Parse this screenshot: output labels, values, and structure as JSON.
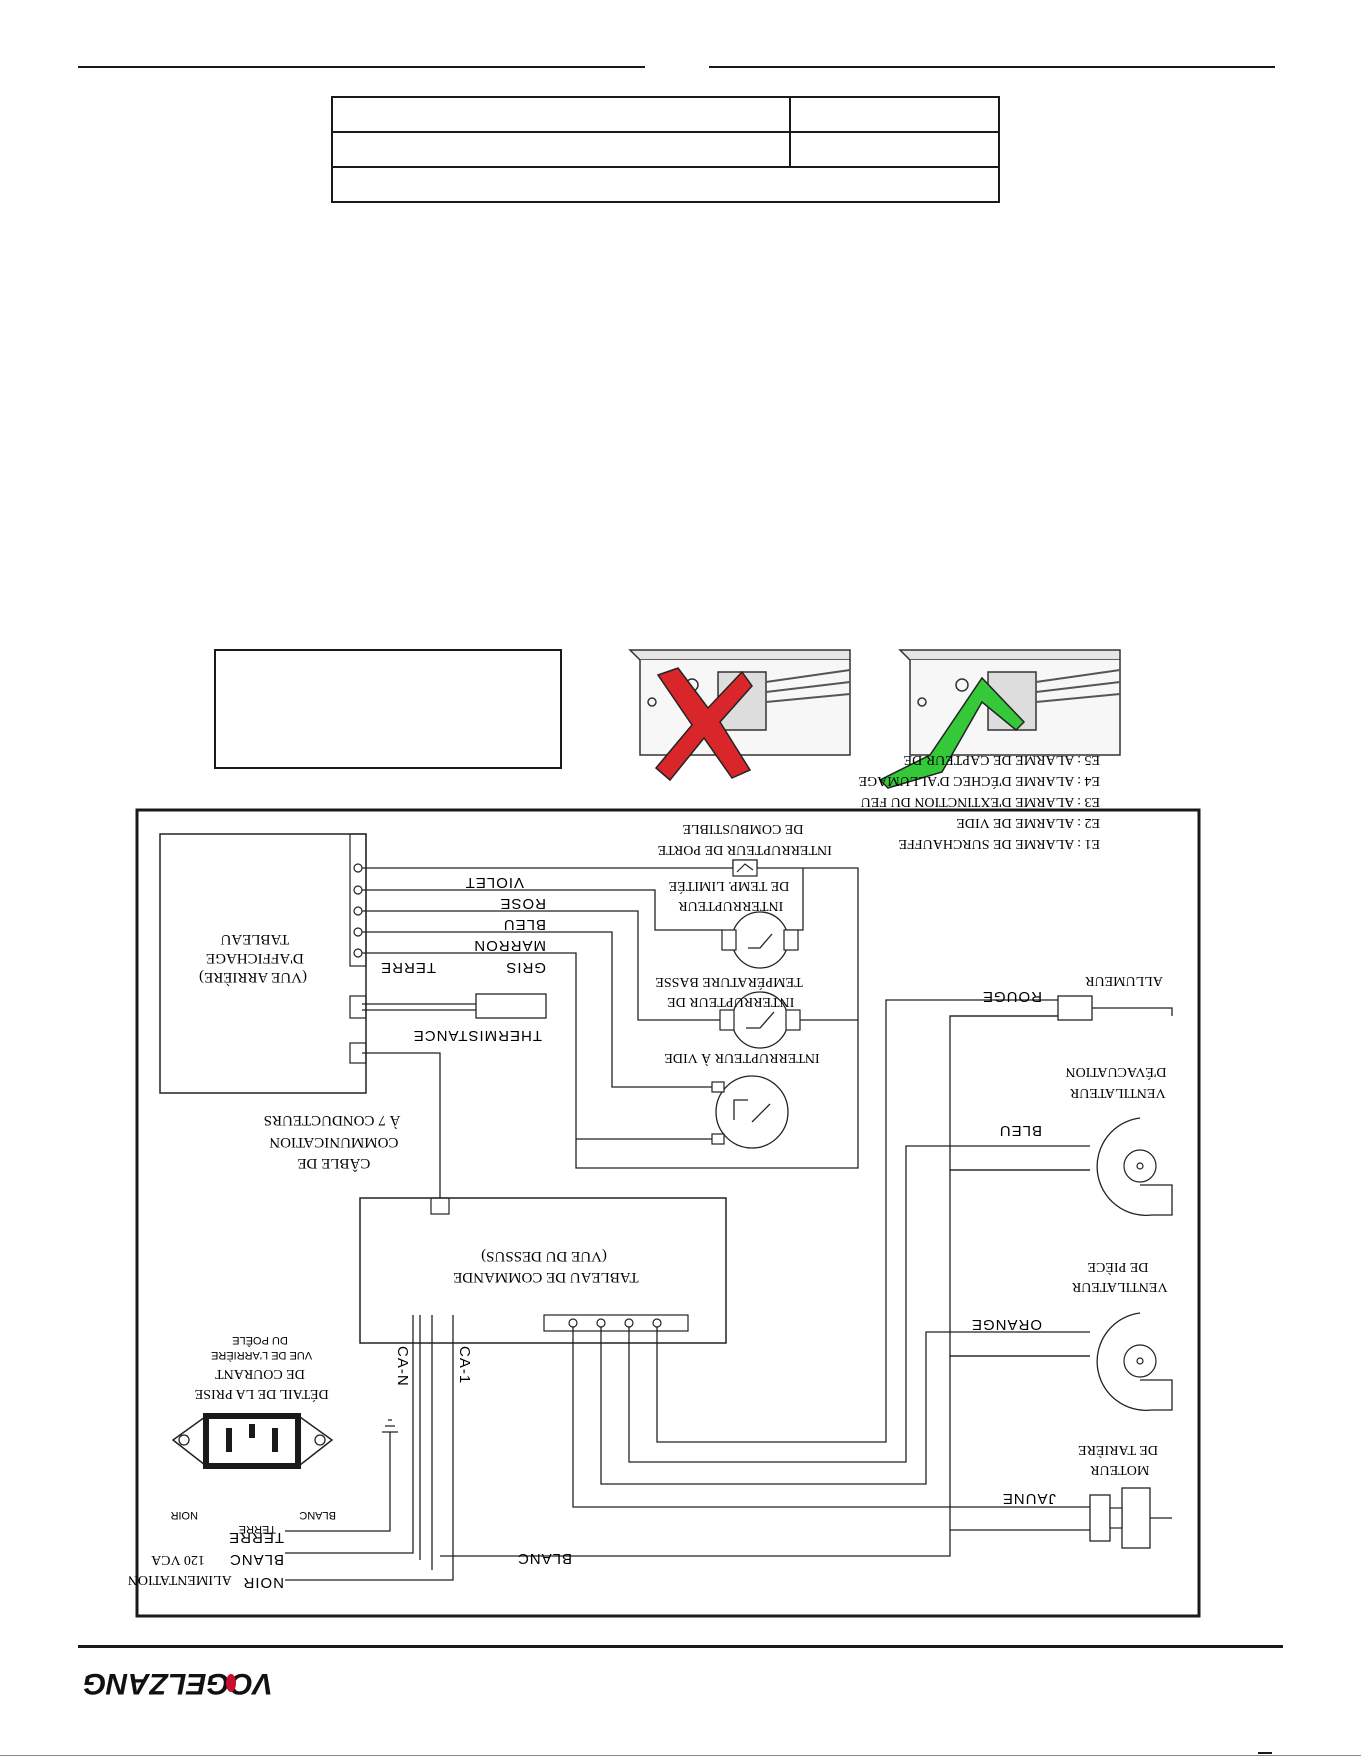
{
  "diagram": {
    "wire_labels": {
      "violet": "VIOLET",
      "rose": "ROSE",
      "bleu_top": "BLEU",
      "marron": "MARRON",
      "gris": "GRIS",
      "terre_top": "TERRE",
      "thermistance": "THERMISTANCE",
      "rouge": "ROUGE",
      "bleu_fan": "BLEU",
      "orange": "ORANGE",
      "jaune": "JAUNE",
      "blanc_bottom": "BLANC",
      "terre_power": "TERRE",
      "blanc_power": "BLANC",
      "noir_power": "NOIR",
      "ca_n": "CA-N",
      "ca_1": "CA-1"
    },
    "components": {
      "display_board": [
        "TABLEAU",
        "D'AFFICHAGE",
        "(VUE ARRIÈRE)"
      ],
      "door_switch": [
        "INTERRUPTEUR DE PORTE",
        "DE COMBUSTIBLE"
      ],
      "limit_switch": [
        "INTERRUPTEUR",
        "DE TEMP. LIMITÉE"
      ],
      "low_temp_switch": [
        "INTERRUPTEUR DE",
        "TEMPÉRATURE BASSE"
      ],
      "vacuum_switch": [
        "INTERRUPTEUR À VIDE"
      ],
      "comm_cable": [
        "CÂBLE DE",
        "COMMUNICATION",
        "À 7 CONDUCTEURS"
      ],
      "control_board": [
        "TABLEAU DE COMMANDE",
        "(VUE DU DESSUS)"
      ],
      "igniter": [
        "ALLUMEUR"
      ],
      "exhaust_fan": [
        "VENTILATEUR",
        "D'ÉVACUATION"
      ],
      "room_fan": [
        "VENTILATEUR",
        "DE PIÈCE"
      ],
      "auger_motor": [
        "MOTEUR",
        "DE TARIÈRE"
      ],
      "outlet_detail": [
        "DÉTAIL DE LA PRISE",
        "DE COURANT"
      ],
      "outlet_view": [
        "VUE DE L'ARRIÈRE",
        "DU POÊLE"
      ],
      "outlet_pins": {
        "blanc": "BLANC",
        "terre": "TERRE",
        "noir": "NOIR"
      },
      "power_supply": [
        "ALIMENTATION",
        "120 VCA"
      ]
    },
    "alarms": [
      "E1 : ALARME DE SURCHAUFFE",
      "E2 : ALARME DE VIDE",
      "E3 : ALARME D'EXTINCTION DU FEU",
      "E4 : ALARME D'ÉCHEC D'ALLUMAGE",
      "E5 : ALARME DE CAPTEUR DE"
    ]
  },
  "footer": {
    "logo_text": "VOGELZANG",
    "brand_color": "#c8102e"
  },
  "photos": {
    "wrong_mark_color": "#d9262b",
    "right_mark_color": "#35c93a"
  }
}
